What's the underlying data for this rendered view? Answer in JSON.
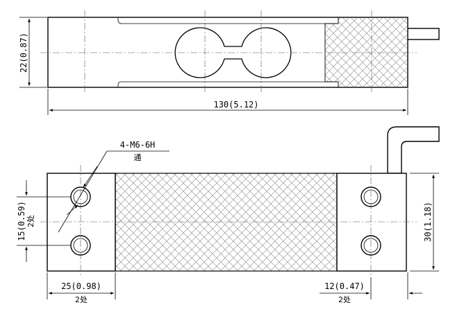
{
  "dimensions": {
    "height_top": "22(0.87)",
    "length_total": "130(5.12)",
    "thread_spec": "4-M6-6H",
    "thread_note": "通",
    "hole_pitch": "15(0.59)",
    "hole_pitch_note": "2处",
    "width_side": "30(1.18)",
    "end_length": "25(0.98)",
    "end_length_note": "2处",
    "hole_offset": "12(0.47)",
    "hole_offset_note": "2处"
  },
  "colors": {
    "line": "#000000",
    "hatch": "#9a9a9a",
    "centerline": "#555555"
  }
}
